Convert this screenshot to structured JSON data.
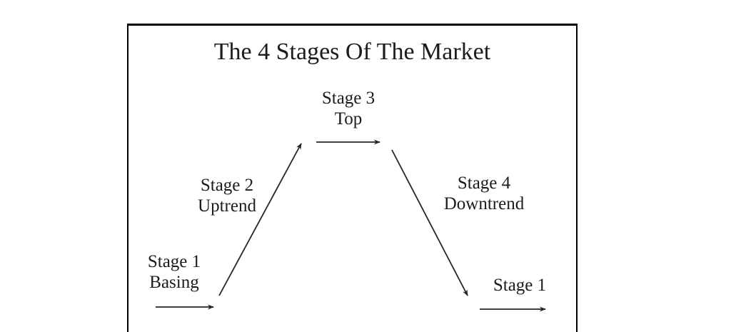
{
  "diagram": {
    "title": "The 4 Stages Of The Market",
    "stages": {
      "stage1_basing": {
        "line1": "Stage 1",
        "line2": "Basing"
      },
      "stage2_uptrend": {
        "line1": "Stage 2",
        "line2": "Uptrend"
      },
      "stage3_top": {
        "line1": "Stage 3",
        "line2": "Top"
      },
      "stage4_downtrend": {
        "line1": "Stage 4",
        "line2": "Downtrend"
      },
      "stage1_next_cycle": {
        "line1": "Stage 1"
      }
    },
    "arrows": [
      {
        "name": "stage1-basing-arrow",
        "direction": "right"
      },
      {
        "name": "stage2-uptrend-arrow",
        "direction": "up-right"
      },
      {
        "name": "stage3-top-arrow",
        "direction": "right"
      },
      {
        "name": "stage4-downtrend-arrow",
        "direction": "down-right"
      },
      {
        "name": "stage1-next-cycle-arrow",
        "direction": "right"
      }
    ],
    "colors": {
      "background": "#ffffff",
      "border": "#000000",
      "line": "#262626",
      "text": "#1c1c1c"
    }
  }
}
